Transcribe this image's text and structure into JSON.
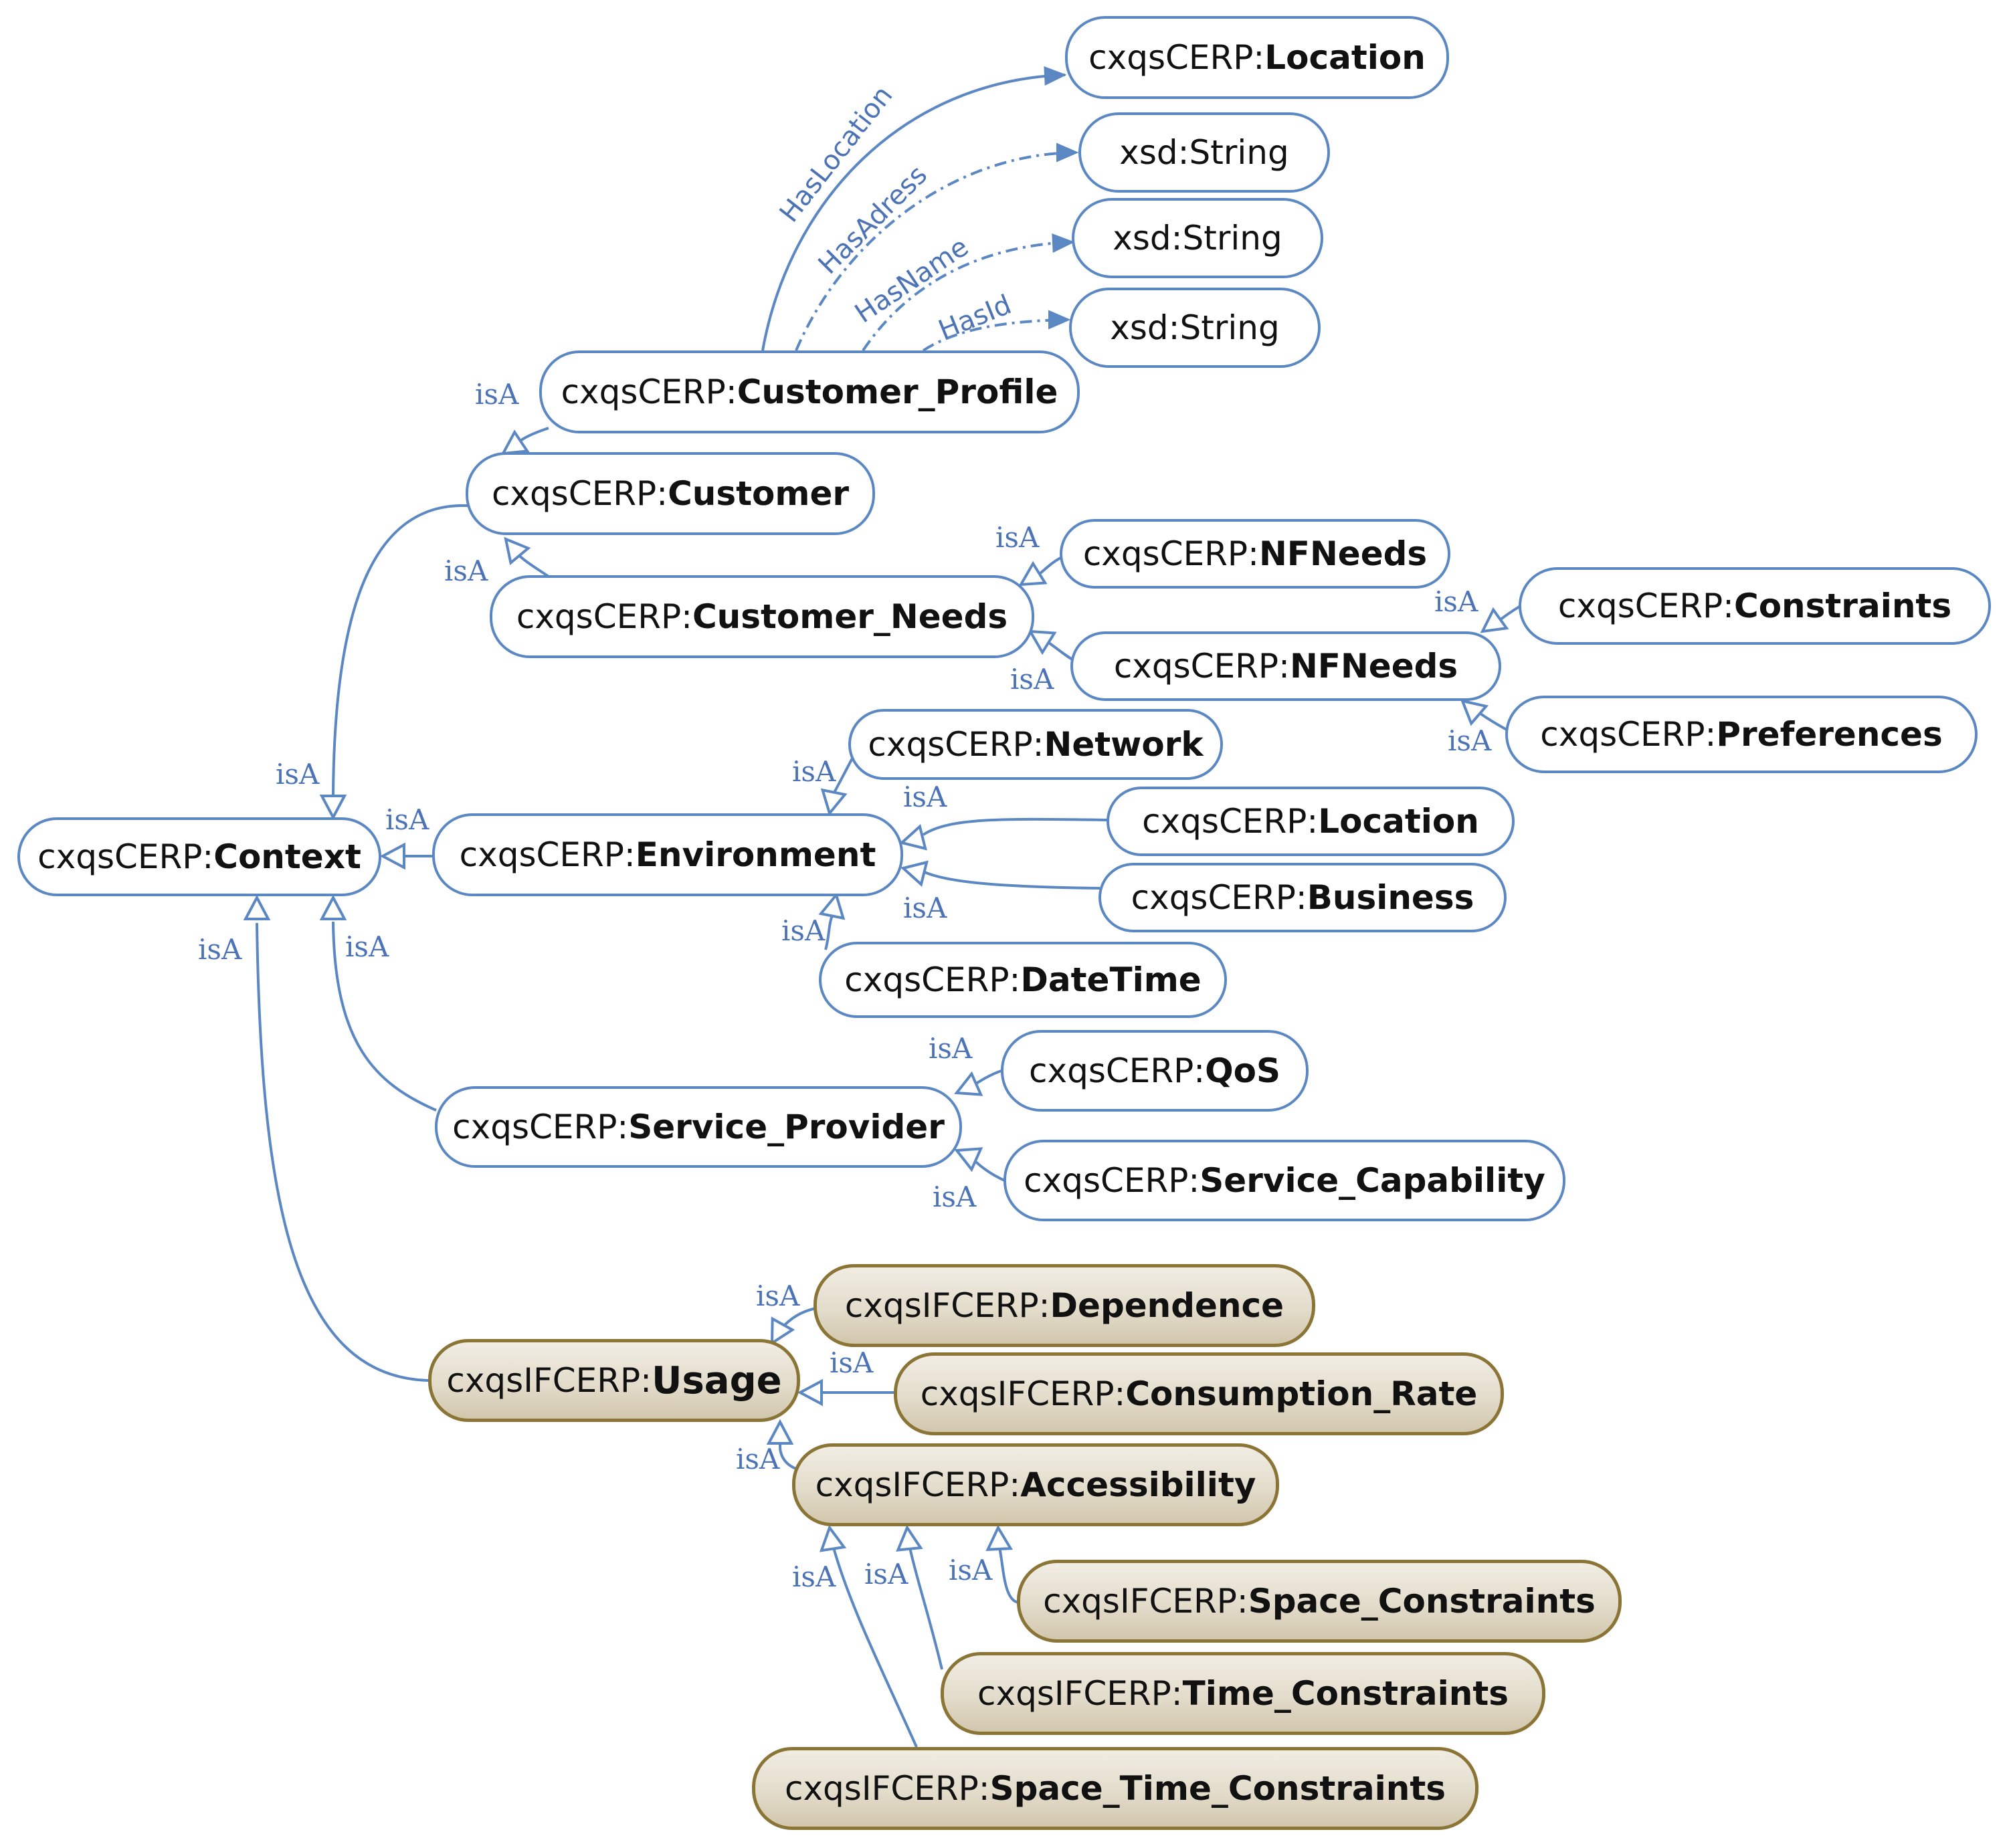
{
  "colors": {
    "edge": "#5b87c3",
    "label": "#4c73b5",
    "node_border_blue": "#5b87c3",
    "node_border_tan": "#8a7536",
    "node_fill_tan": "#e3dccb"
  },
  "nodes": {
    "location_top": {
      "prefix": "cxqsCERP:",
      "name": "Location"
    },
    "string1": {
      "prefix": "",
      "name": "xsd:String"
    },
    "string2": {
      "prefix": "",
      "name": "xsd:String"
    },
    "string3": {
      "prefix": "",
      "name": "xsd:String"
    },
    "customer_profile": {
      "prefix": "cxqsCERP:",
      "name": "Customer_Profile"
    },
    "customer": {
      "prefix": "cxqsCERP: ",
      "name": "Customer"
    },
    "nfneeds1": {
      "prefix": "cxqsCERP: ",
      "name": "NFNeeds"
    },
    "customer_needs": {
      "prefix": "cxqsCERP:",
      "name": "Customer_Needs"
    },
    "constraints": {
      "prefix": "cxqsCERP:",
      "name": "Constraints"
    },
    "nfneeds2": {
      "prefix": "cxqsCERP: ",
      "name": "NFNeeds"
    },
    "preferences": {
      "prefix": "cxqsCERP:",
      "name": "Preferences"
    },
    "network": {
      "prefix": "cxqsCERP:",
      "name": "Network"
    },
    "context": {
      "prefix": "cxqsCERP:",
      "name": "Context"
    },
    "environment": {
      "prefix": "cxqsCERP: ",
      "name": "Environment"
    },
    "location_env": {
      "prefix": "cxqsCERP: ",
      "name": "Location"
    },
    "business": {
      "prefix": "cxqsCERP: ",
      "name": "Business"
    },
    "datetime": {
      "prefix": "cxqsCERP: ",
      "name": "DateTime"
    },
    "qos": {
      "prefix": "cxqsCERP: ",
      "name": "QoS"
    },
    "service_provider": {
      "prefix": "cxqsCERP:",
      "name": "Service_Provider"
    },
    "service_capability": {
      "prefix": "cxqsCERP: ",
      "name": "Service_Capability"
    },
    "dependence": {
      "prefix": "cxqsIFCERP: ",
      "name": "Dependence"
    },
    "usage": {
      "prefix": "cxqsIFCERP:",
      "name": "Usage"
    },
    "consumption_rate": {
      "prefix": "cxqsIFCERP: ",
      "name": "Consumption_Rate"
    },
    "accessibility": {
      "prefix": "cxqsIFCERP: ",
      "name": "Accessibility"
    },
    "space_constraints": {
      "prefix": "cxqsIFCERP: ",
      "name": "Space_Constraints"
    },
    "time_constraints": {
      "prefix": "cxqsIFCERP: ",
      "name": "Time_Constraints"
    },
    "space_time_constraints": {
      "prefix": "cxqsIFCERP: ",
      "name": "Space_Time_Constraints"
    }
  },
  "relation_labels": {
    "isa": "isA",
    "has_location": "HasLocation",
    "has_adress": "HasAdress",
    "has_name": "HasName",
    "has_id": "HasId"
  }
}
